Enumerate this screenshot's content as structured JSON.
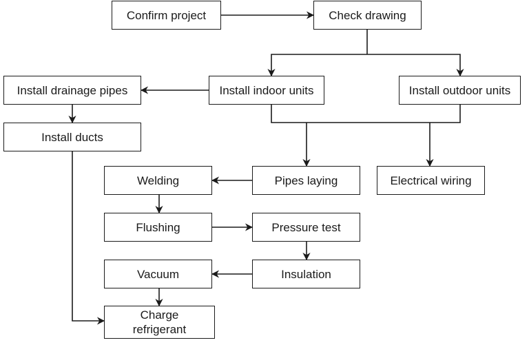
{
  "diagram": {
    "type": "flowchart",
    "colors": {
      "stroke": "#1a1a1a",
      "background": "#ffffff"
    },
    "nodes": [
      {
        "id": "confirm",
        "label": "Confirm project"
      },
      {
        "id": "check",
        "label": "Check drawing"
      },
      {
        "id": "indoor",
        "label": "Install indoor units"
      },
      {
        "id": "outdoor",
        "label": "Install outdoor units"
      },
      {
        "id": "drainage",
        "label": "Install drainage pipes"
      },
      {
        "id": "ducts",
        "label": "Install ducts"
      },
      {
        "id": "pipes",
        "label": "Pipes laying"
      },
      {
        "id": "electrical",
        "label": "Electrical wiring"
      },
      {
        "id": "welding",
        "label": "Welding"
      },
      {
        "id": "flushing",
        "label": "Flushing"
      },
      {
        "id": "pressure",
        "label": "Pressure test"
      },
      {
        "id": "vacuum",
        "label": "Vacuum"
      },
      {
        "id": "insulation",
        "label": "Insulation"
      },
      {
        "id": "charge",
        "label": "Charge\nrefrigerant"
      }
    ],
    "edges": [
      {
        "from": "confirm",
        "to": "check"
      },
      {
        "from": "check",
        "to": "indoor"
      },
      {
        "from": "check",
        "to": "outdoor"
      },
      {
        "from": "indoor",
        "to": "drainage"
      },
      {
        "from": "drainage",
        "to": "ducts"
      },
      {
        "from": "indoor",
        "to": "pipes"
      },
      {
        "from": "outdoor",
        "to": "pipes"
      },
      {
        "from": "indoor",
        "to": "electrical"
      },
      {
        "from": "outdoor",
        "to": "electrical"
      },
      {
        "from": "pipes",
        "to": "welding"
      },
      {
        "from": "welding",
        "to": "flushing"
      },
      {
        "from": "flushing",
        "to": "pressure"
      },
      {
        "from": "pressure",
        "to": "insulation"
      },
      {
        "from": "insulation",
        "to": "vacuum"
      },
      {
        "from": "vacuum",
        "to": "charge"
      },
      {
        "from": "ducts",
        "to": "charge"
      }
    ]
  }
}
